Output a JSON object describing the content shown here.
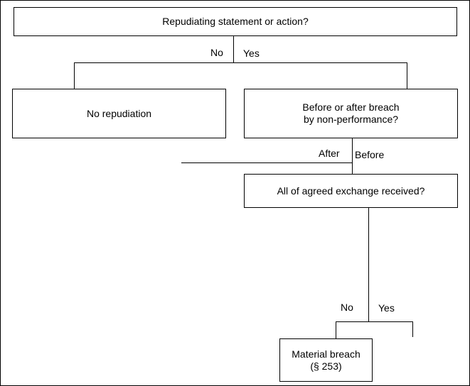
{
  "nodes": {
    "root": "Repudiating statement or action?",
    "no_repudiation": "No repudiation",
    "before_after": [
      "Before or after breach",
      "by non-performance?"
    ],
    "agreed_exchange": "All of agreed exchange received?",
    "material_breach": [
      "Material breach",
      "(§ 253)"
    ]
  },
  "edges": {
    "root_no": "No",
    "root_yes": "Yes",
    "after": "After",
    "before": "Before",
    "exchange_no": "No",
    "exchange_yes": "Yes"
  }
}
